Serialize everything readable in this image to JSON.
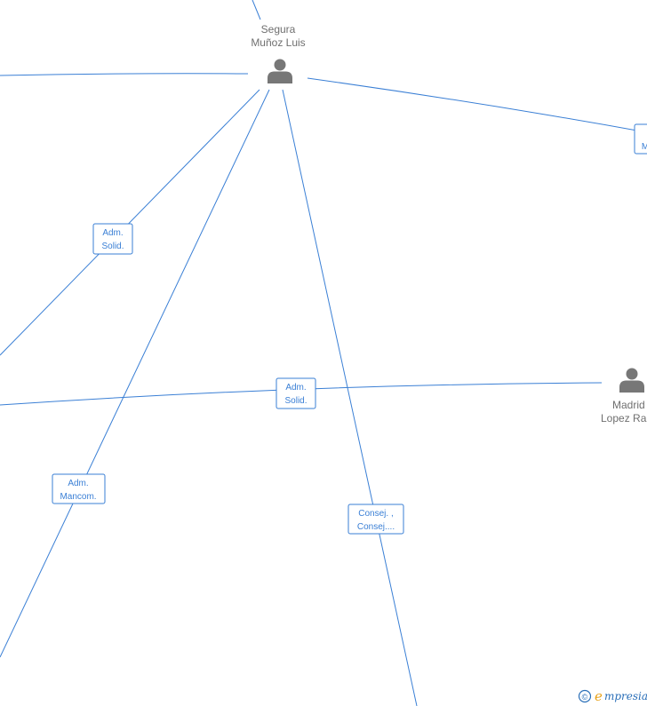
{
  "nodes": {
    "segura": {
      "line1": "Segura",
      "line2": "Muñoz Luis",
      "icon": "person-icon"
    },
    "madrid": {
      "line1": "Madrid",
      "line2": "Lopez Ra",
      "icon": "person-icon"
    }
  },
  "edge_labels": {
    "adm_solid_1": {
      "line1": "Adm.",
      "line2": "Solid."
    },
    "adm_solid_2": {
      "line1": "Adm.",
      "line2": "Solid."
    },
    "adm_mancom": {
      "line1": "Adm.",
      "line2": "Mancom."
    },
    "consej": {
      "line1": "Consej. ,",
      "line2": "Consej...."
    },
    "right_partial": {
      "line1": "M"
    }
  },
  "watermark": {
    "copyright": "©",
    "brand_initial": "e",
    "brand_rest": "mpresia"
  },
  "colors": {
    "edge": "#3a7fd5",
    "person_icon": "#777777",
    "name_text": "#6f6f6f",
    "brand_blue": "#2a6fb8",
    "brand_orange": "#e8a21a"
  }
}
